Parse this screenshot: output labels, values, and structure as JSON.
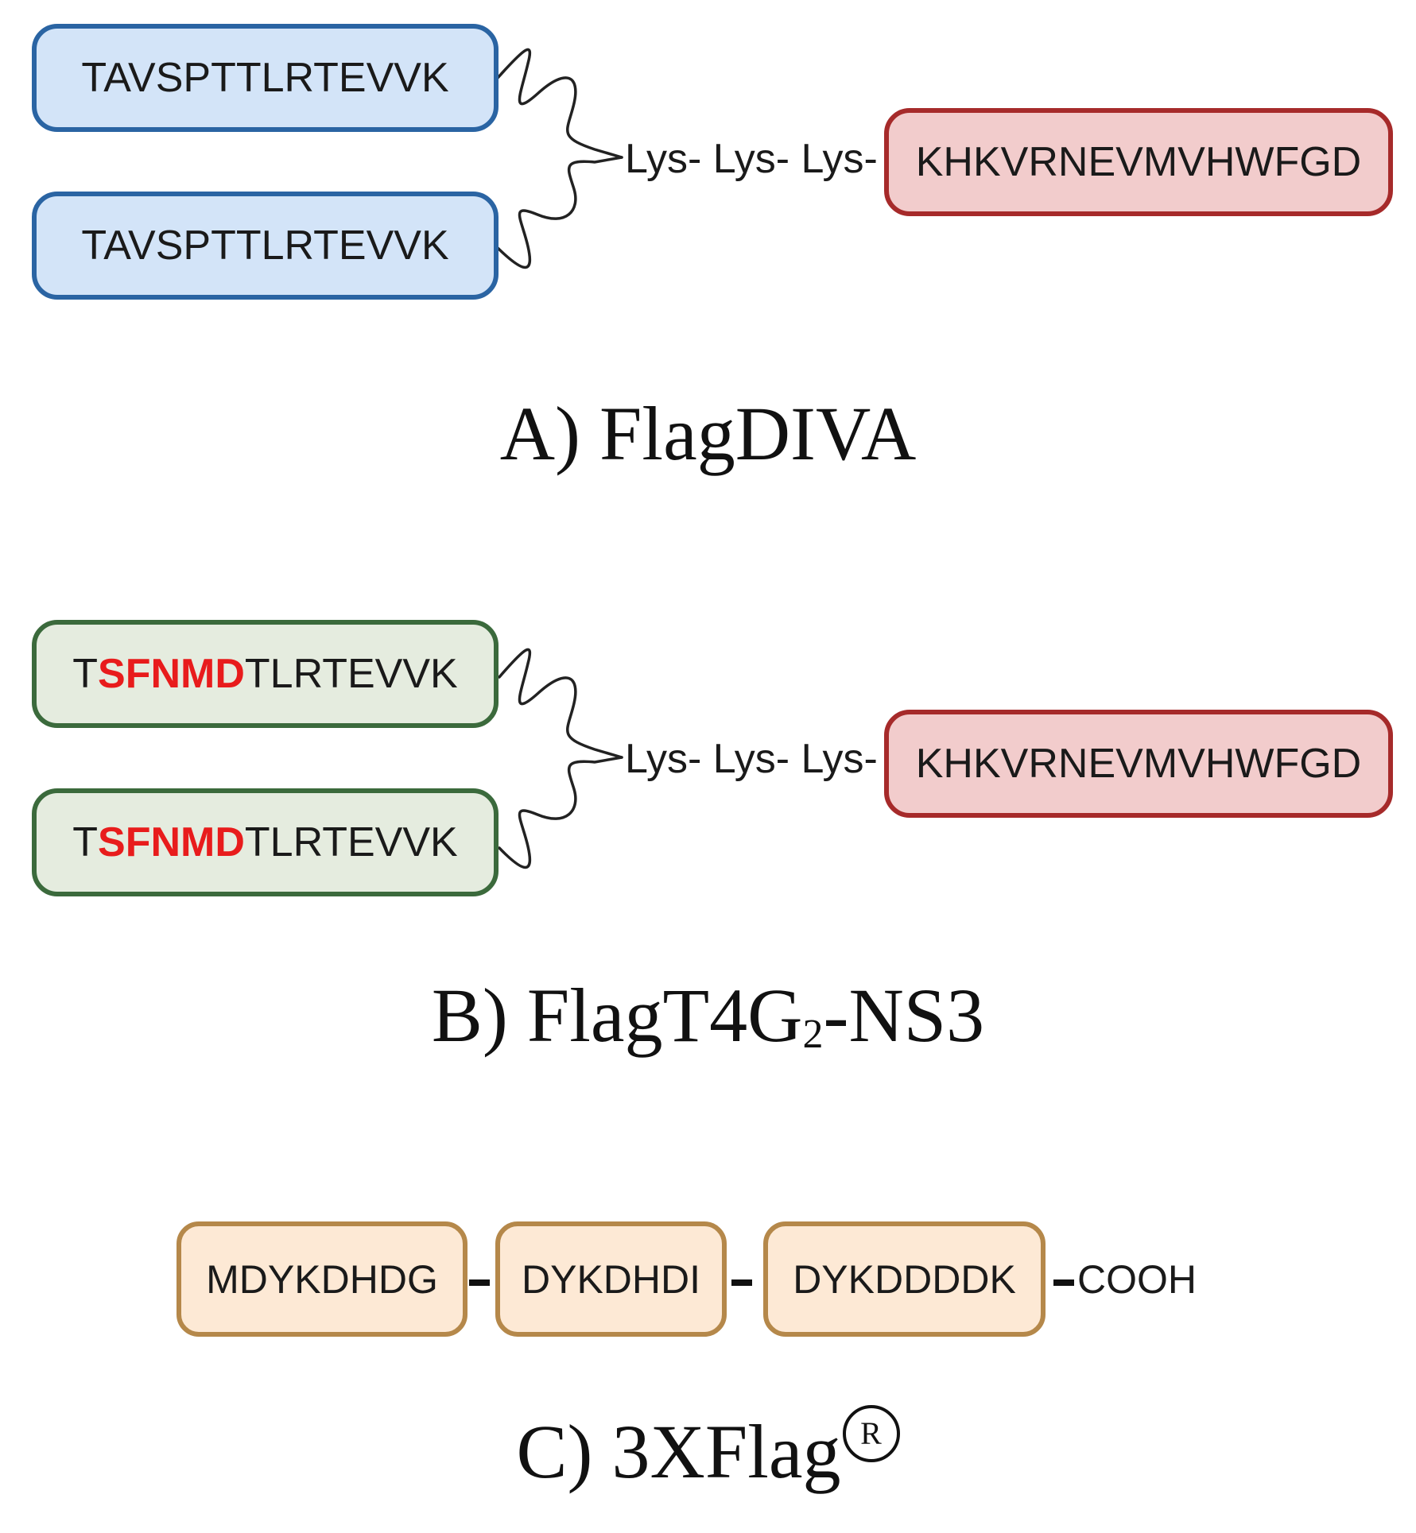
{
  "panel_a": {
    "caption": "A) FlagDIVA",
    "left_top": "TAVSPTTLRTEVVK",
    "left_bottom": "TAVSPTTLRTEVVK",
    "linker": "Lys- Lys- Lys-",
    "right": "KHKVRNEVMVHWFGD"
  },
  "panel_b": {
    "caption_main": "B) FlagT4G",
    "caption_sub": "2",
    "caption_tail": "-NS3",
    "top_prefix": "T",
    "top_highlight": "SFNMD",
    "top_suffix": "TLRTEVVK",
    "bottom_prefix": "T",
    "bottom_highlight": "SFNMD",
    "bottom_suffix": "TLRTEVVK",
    "linker": "Lys- Lys- Lys-",
    "right": "KHKVRNEVMVHWFGD"
  },
  "panel_c": {
    "caption_main": "C) 3XFlag",
    "registered_mark": "R",
    "box1": "MDYKDHDG",
    "box2": "DYKDHDI",
    "box3": "DYKDDDDK",
    "terminal": "COOH"
  },
  "colors": {
    "blue_fill": "#d3e4f8",
    "blue_border": "#2a64a3",
    "red_fill": "#f2cccc",
    "red_border": "#a62a2a",
    "green_fill": "#e5ecdf",
    "green_border": "#3b6a3c",
    "tan_fill": "#fde9d5",
    "tan_border": "#b5884a",
    "highlight": "#e81c1c"
  }
}
